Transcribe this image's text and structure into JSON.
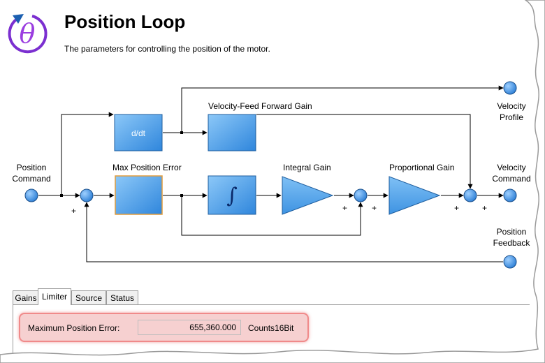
{
  "header": {
    "title": "Position Loop",
    "subtitle": "The parameters for controlling the position of the motor."
  },
  "icon": {
    "name": "theta-icon",
    "glyph": "θ",
    "color": "#7b2fd0"
  },
  "diagram": {
    "nodes": {
      "position_command": [
        "Position",
        "Command"
      ],
      "velocity_profile": [
        "Velocity",
        "Profile"
      ],
      "velocity_command": [
        "Velocity",
        "Command"
      ],
      "position_feedback": [
        "Position",
        "Feedback"
      ]
    },
    "blocks": {
      "derivative": "d/dt",
      "velocity_ff_gain": "Velocity-Feed Forward Gain",
      "max_position_error": "Max Position Error",
      "integrator_symbol": "∫",
      "integral_gain": "Integral Gain",
      "proportional_gain": "Proportional Gain"
    },
    "signs": {
      "plus": "+"
    }
  },
  "tabs": [
    {
      "label": "Gains",
      "active": false
    },
    {
      "label": "Limiter",
      "active": true
    },
    {
      "label": "Source",
      "active": false
    },
    {
      "label": "Status",
      "active": false
    }
  ],
  "limiter": {
    "label": "Maximum Position Error:",
    "value": "655,360.000",
    "units": "Counts16Bit"
  },
  "colors": {
    "node_fill": "#3b8fe0",
    "block_fill": "#5aa8ee",
    "highlight_border": "#f08a8a",
    "highlight_fill": "#f6d0d0"
  }
}
